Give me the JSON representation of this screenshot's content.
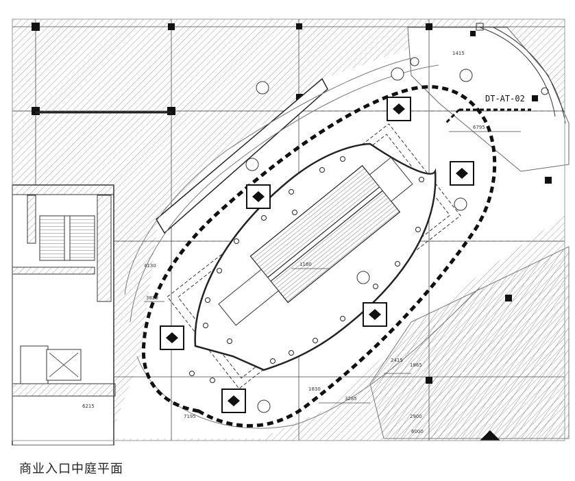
{
  "drawing": {
    "caption": "商业入口中庭平面",
    "elevator_tag": "DT-AT-02",
    "dimensions": [
      "6795",
      "1180",
      "1830",
      "3285",
      "2415",
      "1865",
      "3820",
      "4130",
      "7195",
      "6215",
      "2900",
      "6000",
      "1415"
    ]
  }
}
